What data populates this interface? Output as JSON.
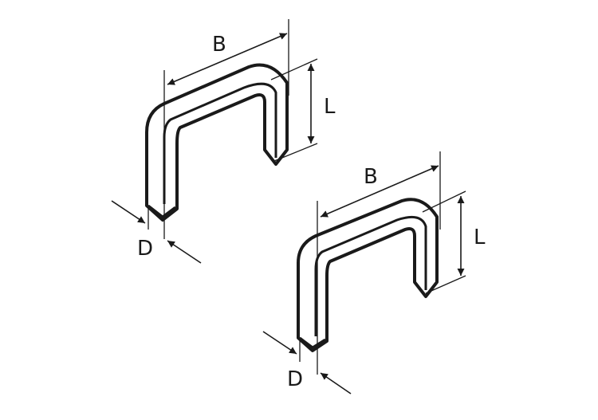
{
  "staples": [
    {
      "name": "staple-large",
      "labels": {
        "width": "B",
        "length": "L",
        "diameter": "D"
      }
    },
    {
      "name": "staple-small",
      "labels": {
        "width": "B",
        "length": "L",
        "diameter": "D"
      }
    }
  ],
  "colors": {
    "line": "#1a1a1a",
    "background": "#ffffff"
  }
}
